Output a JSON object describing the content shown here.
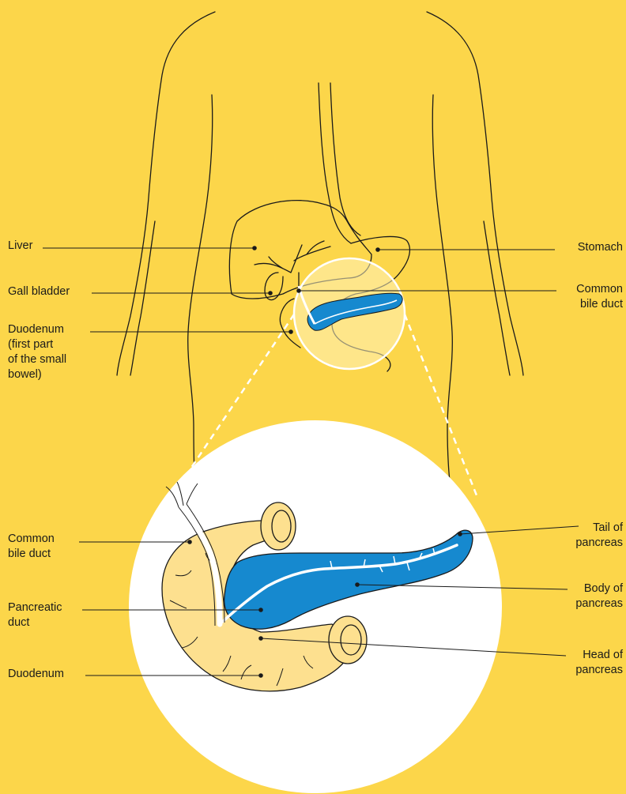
{
  "colors": {
    "background": "#fcd64a",
    "pancreas": "#1689cf",
    "duodenum": "#fde08f",
    "outline": "#1a1a1a",
    "magnifier": "#ffffff"
  },
  "upper_labels": {
    "liver": "Liver",
    "gall_bladder": "Gall bladder",
    "duodenum": "Duodenum\n(first part\nof the small\nbowel)",
    "stomach": "Stomach",
    "common_bile_duct": "Common\nbile duct"
  },
  "detail_labels": {
    "common_bile_duct": "Common\nbile duct",
    "pancreatic_duct": "Pancreatic\nduct",
    "duodenum": "Duodenum",
    "tail_of_pancreas": "Tail of\npancreas",
    "body_of_pancreas": "Body of\npancreas",
    "head_of_pancreas": "Head of\npancreas"
  }
}
